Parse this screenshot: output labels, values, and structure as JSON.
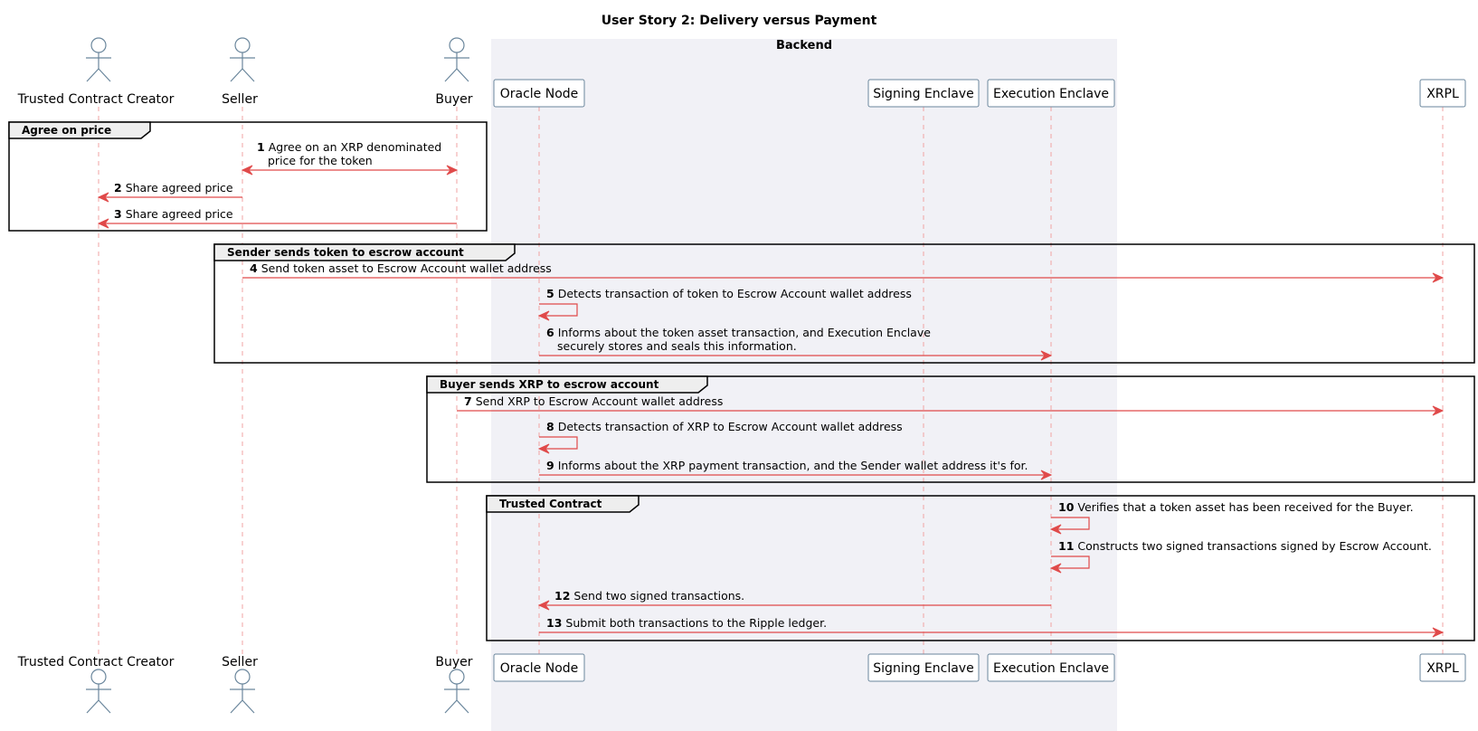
{
  "title": "User Story 2: Delivery versus Payment",
  "colors": {
    "arrow": "#e04a4a",
    "lifeline": "#f1a3a3",
    "participant_border": "#6a869c",
    "box_fill": "#f1f1f6",
    "frame": "#000000",
    "frame_label_fill": "#eeeeee"
  },
  "box": {
    "label": "Backend"
  },
  "participants": [
    {
      "id": "tcc",
      "label": "Trusted Contract Creator",
      "kind": "actor"
    },
    {
      "id": "seller",
      "label": "Seller",
      "kind": "actor"
    },
    {
      "id": "buyer",
      "label": "Buyer",
      "kind": "actor"
    },
    {
      "id": "oracle",
      "label": "Oracle Node",
      "kind": "participant"
    },
    {
      "id": "signing",
      "label": "Signing Enclave",
      "kind": "participant"
    },
    {
      "id": "execution",
      "label": "Execution Enclave",
      "kind": "participant"
    },
    {
      "id": "xrpl",
      "label": "XRPL",
      "kind": "participant"
    }
  ],
  "groups": [
    {
      "label": "Agree on price"
    },
    {
      "label": "Sender sends token to escrow account"
    },
    {
      "label": "Buyer sends XRP to escrow account"
    },
    {
      "label": "Trusted Contract"
    }
  ],
  "messages": [
    {
      "num": "1",
      "from": "seller",
      "to": "buyer",
      "lines": [
        "Agree on an XRP denominated",
        "price for the token"
      ],
      "bidirectional": true
    },
    {
      "num": "2",
      "from": "seller",
      "to": "tcc",
      "lines": [
        "Share agreed price"
      ]
    },
    {
      "num": "3",
      "from": "buyer",
      "to": "tcc",
      "lines": [
        "Share agreed price"
      ]
    },
    {
      "num": "4",
      "from": "seller",
      "to": "xrpl",
      "lines": [
        "Send token asset to Escrow Account wallet address"
      ]
    },
    {
      "num": "5",
      "from": "oracle",
      "to": "oracle",
      "lines": [
        "Detects transaction of token to Escrow Account wallet address"
      ]
    },
    {
      "num": "6",
      "from": "oracle",
      "to": "execution",
      "lines": [
        "Informs about the token asset transaction, and Execution Enclave",
        "securely stores and seals this information."
      ]
    },
    {
      "num": "7",
      "from": "buyer",
      "to": "xrpl",
      "lines": [
        "Send XRP to Escrow Account wallet address"
      ]
    },
    {
      "num": "8",
      "from": "oracle",
      "to": "oracle",
      "lines": [
        "Detects transaction of XRP to Escrow Account wallet address"
      ]
    },
    {
      "num": "9",
      "from": "oracle",
      "to": "execution",
      "lines": [
        "Informs about the XRP payment transaction, and the Sender wallet address it's for."
      ]
    },
    {
      "num": "10",
      "from": "execution",
      "to": "execution",
      "lines": [
        "Verifies that a token asset has been received for the Buyer."
      ]
    },
    {
      "num": "11",
      "from": "execution",
      "to": "execution",
      "lines": [
        "Constructs two signed transactions signed by Escrow Account."
      ]
    },
    {
      "num": "12",
      "from": "execution",
      "to": "oracle",
      "lines": [
        "Send two signed transactions."
      ]
    },
    {
      "num": "13",
      "from": "oracle",
      "to": "xrpl",
      "lines": [
        "Submit both transactions to the Ripple ledger."
      ]
    }
  ]
}
